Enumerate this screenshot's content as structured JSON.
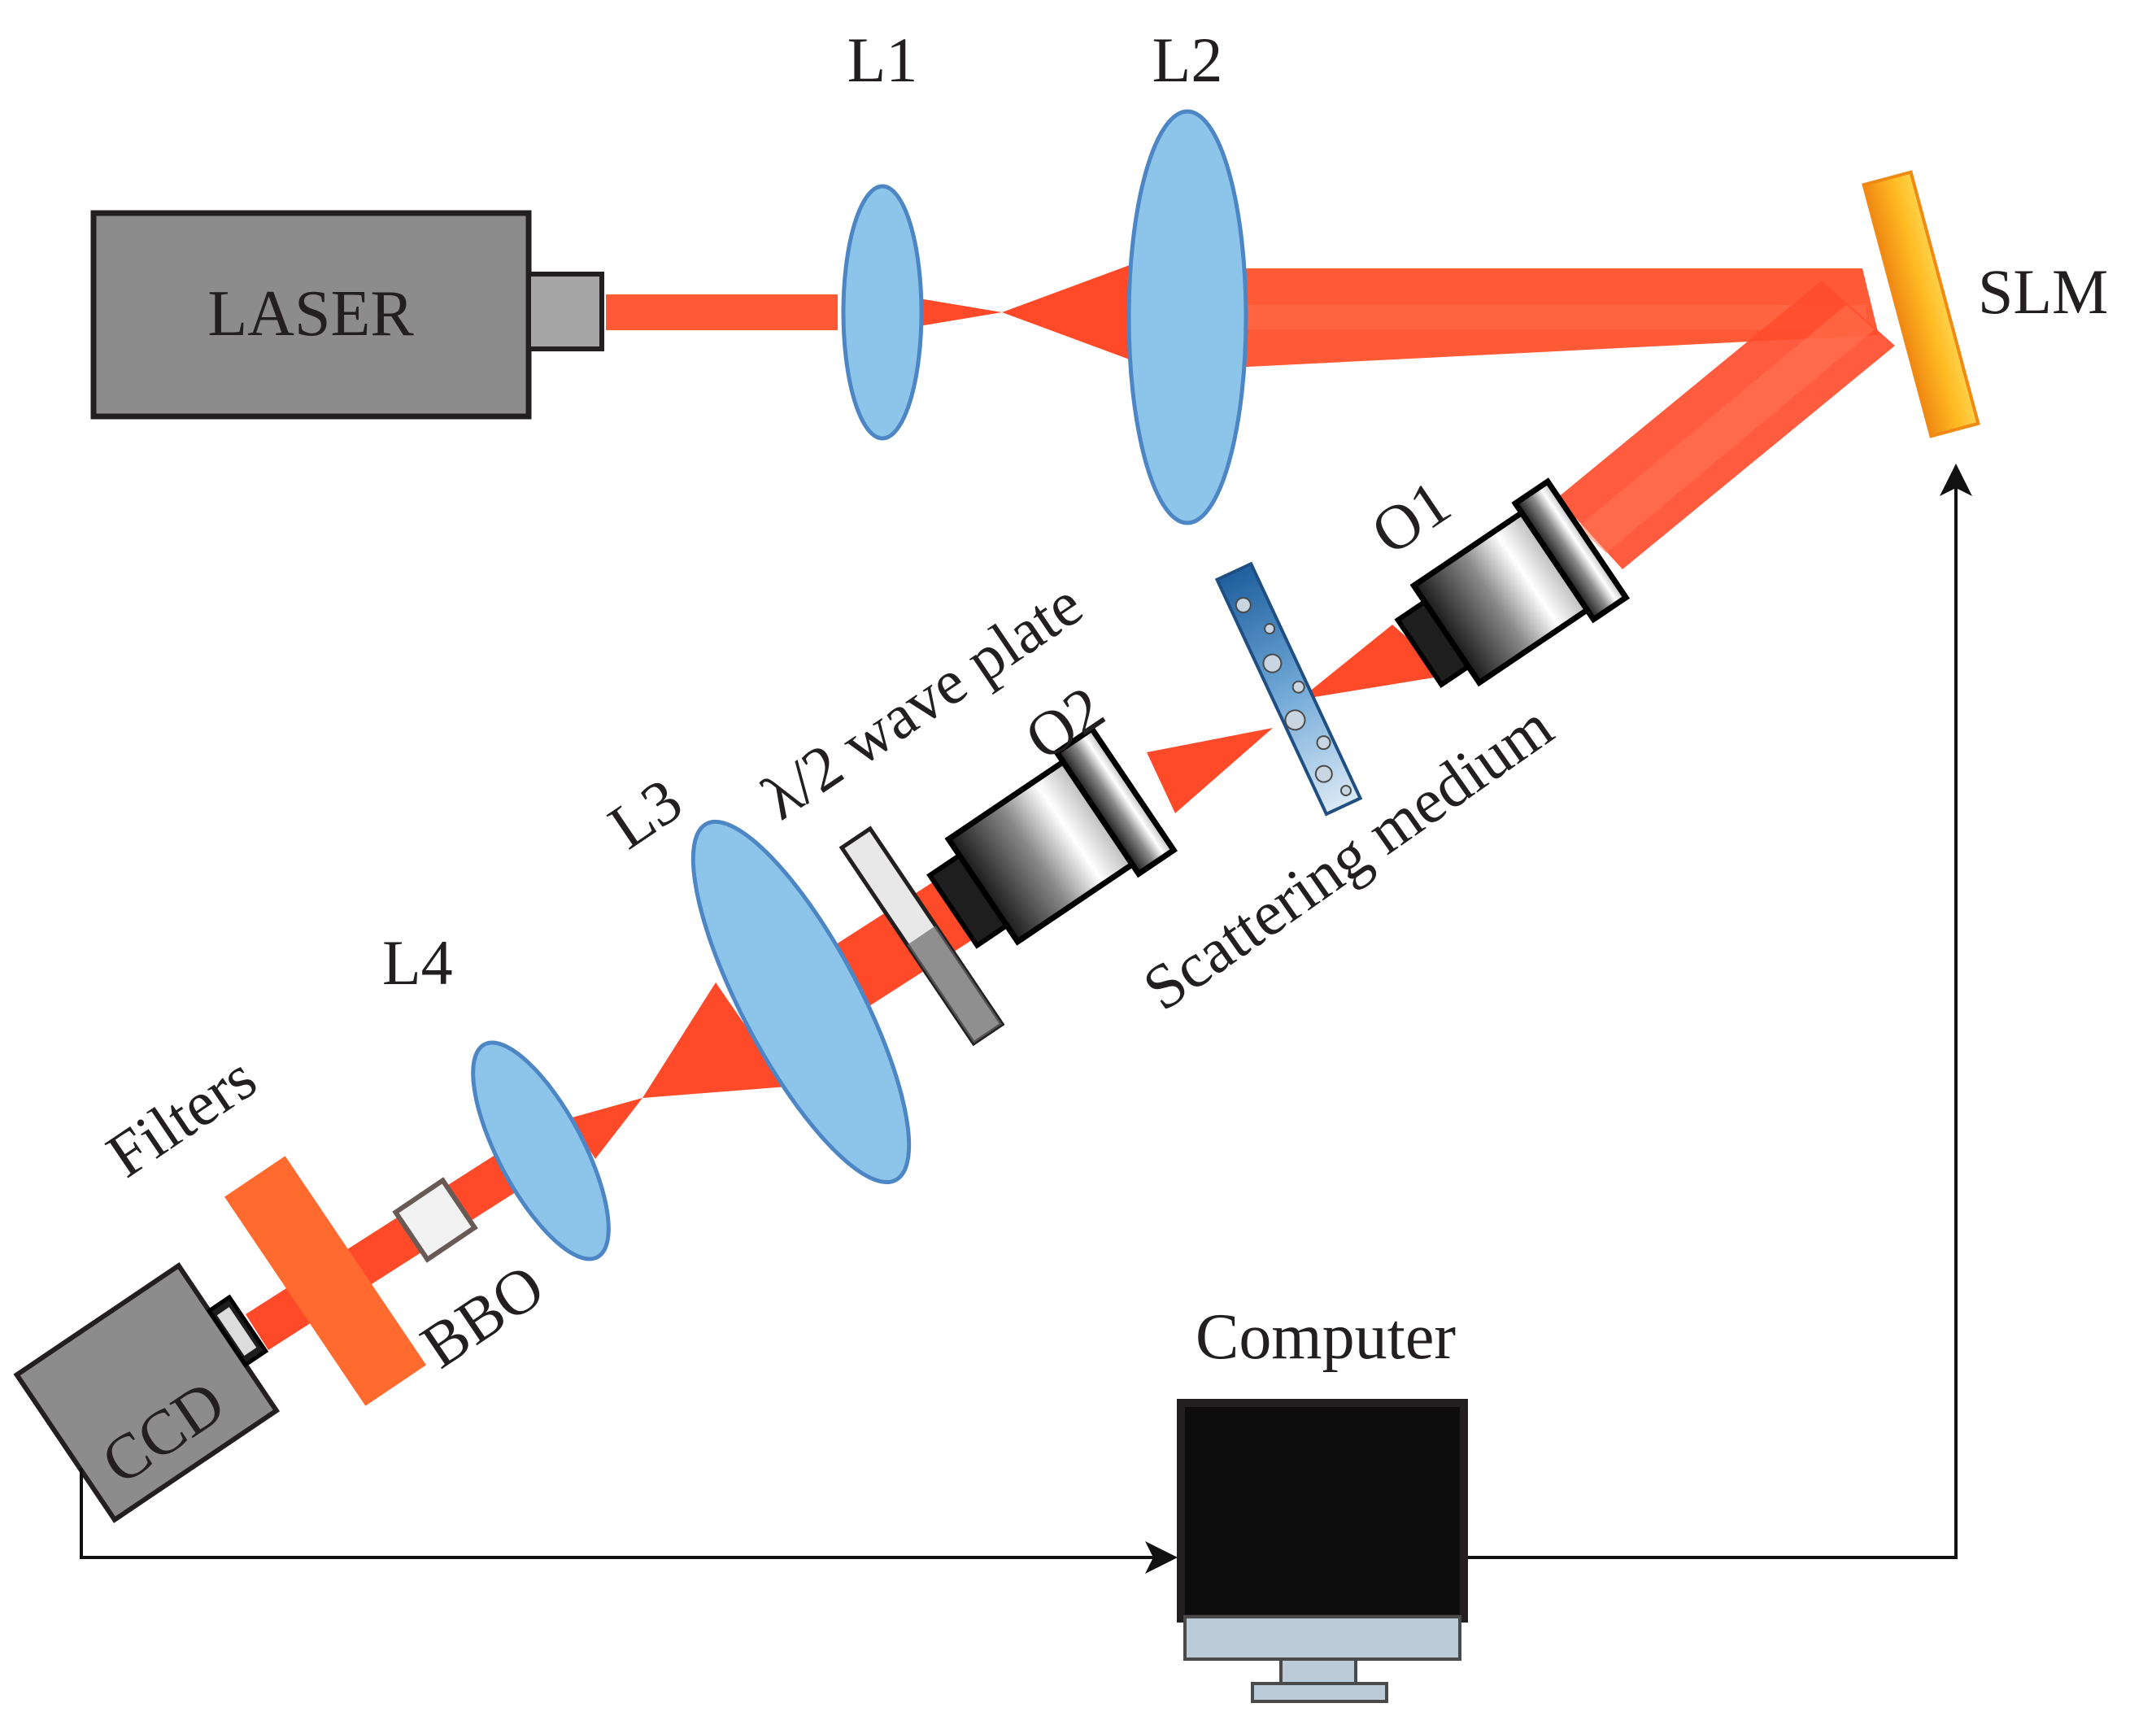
{
  "labels": {
    "laser": "LASER",
    "l1": "L1",
    "l2": "L2",
    "slm": "SLM",
    "o1": "O1",
    "half_wave_plate": "λ/2 wave plate",
    "o2": "O2",
    "scattering_medium": "Scattering medium",
    "l3": "L3",
    "l4": "L4",
    "filters": "Filters",
    "bbo": "BBO",
    "ccd": "CCD",
    "computer": "Computer"
  },
  "colors": {
    "beam": "#ff4a2a",
    "lens_fill": "#8dc5ea",
    "lens_stroke": "#4d86c4",
    "laser_body": "#8c8c8c",
    "slm": "#f7a41e",
    "filters": "#ff6a2f",
    "monitor_screen": "#0c0c0c",
    "monitor_stand": "#bccbd8",
    "scattering_medium": "#2b76b4"
  }
}
